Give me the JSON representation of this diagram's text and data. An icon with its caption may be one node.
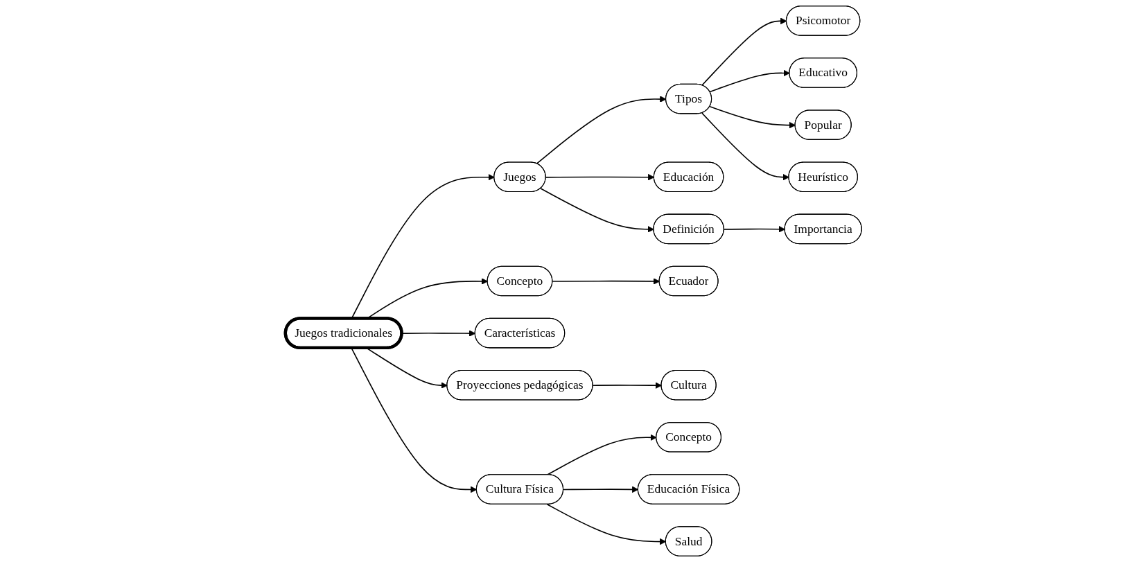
{
  "diagram": {
    "nodes": [
      {
        "text": [
          "Juegos tradicionales"
        ]
      },
      {
        "text": [
          "Juegos"
        ]
      },
      {
        "text": [
          "Tipos"
        ]
      },
      {
        "text": [
          "Psicomotor"
        ]
      },
      {
        "text": [
          "Educativo"
        ]
      },
      {
        "text": [
          "Popular"
        ]
      },
      {
        "text": [
          "Heurístico"
        ]
      },
      {
        "text": [
          "Educación"
        ]
      },
      {
        "text": [
          "Definición"
        ]
      },
      {
        "text": [
          "Importancia"
        ]
      },
      {
        "text": [
          "Concepto"
        ]
      },
      {
        "text": [
          "Ecuador"
        ]
      },
      {
        "text": [
          "Características"
        ]
      },
      {
        "text": [
          "Proyecciones pedagógicas"
        ]
      },
      {
        "text": [
          "Cultura"
        ]
      },
      {
        "text": [
          "Cultura Física"
        ]
      },
      {
        "text": [
          "Concepto"
        ]
      },
      {
        "text": [
          "Educación Física"
        ]
      },
      {
        "text": [
          "Salud"
        ]
      }
    ],
    "edges": [
      {
        "from": 0,
        "to": 1,
        "arrow": "to"
      },
      {
        "from": 1,
        "to": 2,
        "arrow": "to"
      },
      {
        "from": 2,
        "to": 3,
        "arrow": "to"
      },
      {
        "from": 2,
        "to": 4,
        "arrow": "to"
      },
      {
        "from": 2,
        "to": 5,
        "arrow": "to"
      },
      {
        "from": 2,
        "to": 6,
        "arrow": "to"
      },
      {
        "from": 1,
        "to": 7,
        "arrow": "to"
      },
      {
        "from": 1,
        "to": 8,
        "arrow": "to"
      },
      {
        "from": 8,
        "to": 9,
        "arrow": "to"
      },
      {
        "from": 0,
        "to": 10,
        "arrow": "to"
      },
      {
        "from": 10,
        "to": 11,
        "arrow": "to"
      },
      {
        "from": 0,
        "to": 12,
        "arrow": "to"
      },
      {
        "from": 0,
        "to": 13,
        "arrow": "to"
      },
      {
        "from": 13,
        "to": 14,
        "arrow": "to"
      },
      {
        "from": 0,
        "to": 15,
        "arrow": "to"
      },
      {
        "from": 15,
        "to": 16,
        "arrow": "to"
      },
      {
        "from": 15,
        "to": 17,
        "arrow": "to"
      },
      {
        "from": 15,
        "to": 18,
        "arrow": "to"
      }
    ]
  }
}
